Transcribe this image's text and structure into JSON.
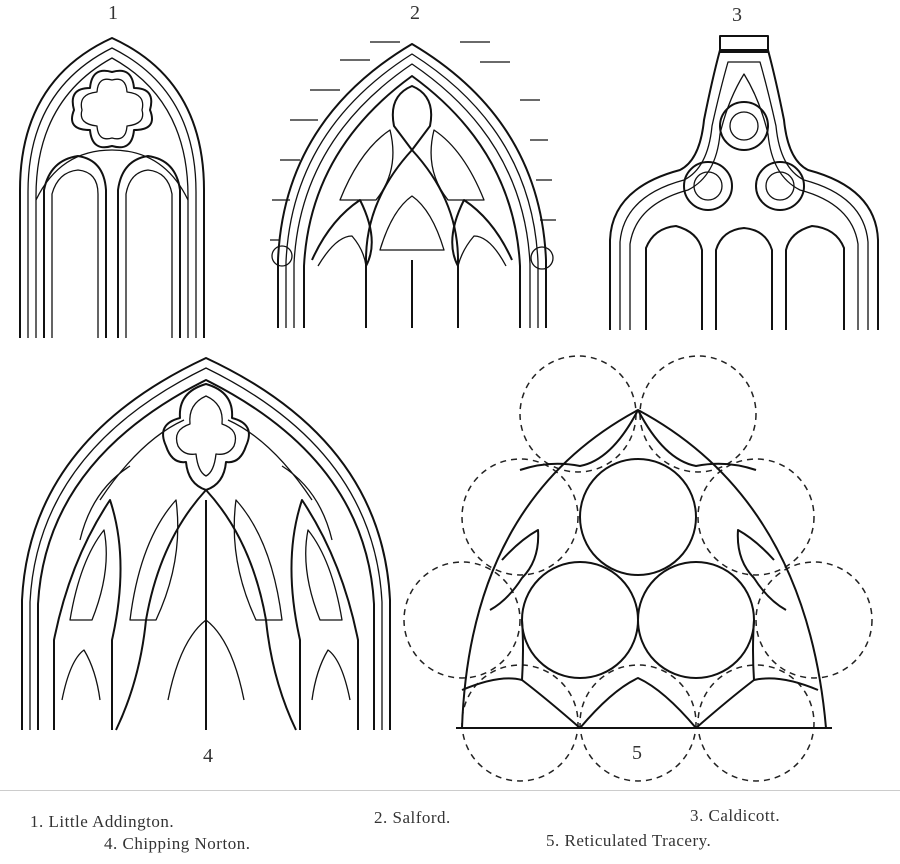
{
  "figure_numbers": [
    "1",
    "2",
    "3",
    "4",
    "5"
  ],
  "captions": [
    "1. Little Addington.",
    "2. Salford.",
    "3. Caldicott.",
    "4. Chipping Norton.",
    "5. Reticulated Tracery."
  ]
}
